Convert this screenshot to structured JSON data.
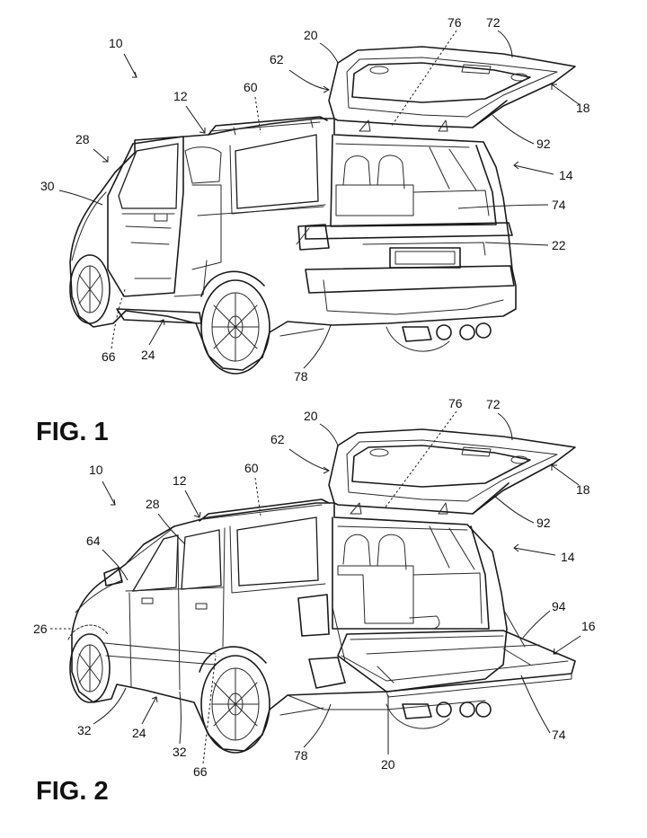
{
  "figures": [
    {
      "label": "FIG. 1",
      "refs": [
        {
          "id": "r10",
          "text": "10"
        },
        {
          "id": "r12",
          "text": "12"
        },
        {
          "id": "r60",
          "text": "60"
        },
        {
          "id": "r62",
          "text": "62"
        },
        {
          "id": "r20",
          "text": "20"
        },
        {
          "id": "r76",
          "text": "76"
        },
        {
          "id": "r72",
          "text": "72"
        },
        {
          "id": "r18",
          "text": "18"
        },
        {
          "id": "r92",
          "text": "92"
        },
        {
          "id": "r14",
          "text": "14"
        },
        {
          "id": "r28",
          "text": "28"
        },
        {
          "id": "r30",
          "text": "30"
        },
        {
          "id": "r74",
          "text": "74"
        },
        {
          "id": "r22",
          "text": "22"
        },
        {
          "id": "r66",
          "text": "66"
        },
        {
          "id": "r24",
          "text": "24"
        },
        {
          "id": "r78",
          "text": "78"
        }
      ]
    },
    {
      "label": "FIG. 2",
      "refs": [
        {
          "id": "r20",
          "text": "20"
        },
        {
          "id": "r76",
          "text": "76"
        },
        {
          "id": "r72",
          "text": "72"
        },
        {
          "id": "r62",
          "text": "62"
        },
        {
          "id": "r10",
          "text": "10"
        },
        {
          "id": "r12",
          "text": "12"
        },
        {
          "id": "r60",
          "text": "60"
        },
        {
          "id": "r18",
          "text": "18"
        },
        {
          "id": "r28",
          "text": "28"
        },
        {
          "id": "r92",
          "text": "92"
        },
        {
          "id": "r64",
          "text": "64"
        },
        {
          "id": "r14",
          "text": "14"
        },
        {
          "id": "r26",
          "text": "26"
        },
        {
          "id": "r94",
          "text": "94"
        },
        {
          "id": "r16",
          "text": "16"
        },
        {
          "id": "r32a",
          "text": "32"
        },
        {
          "id": "r24",
          "text": "24"
        },
        {
          "id": "r32b",
          "text": "32"
        },
        {
          "id": "r74",
          "text": "74"
        },
        {
          "id": "r78",
          "text": "78"
        },
        {
          "id": "r20b",
          "text": "20"
        },
        {
          "id": "r66",
          "text": "66"
        }
      ]
    }
  ]
}
